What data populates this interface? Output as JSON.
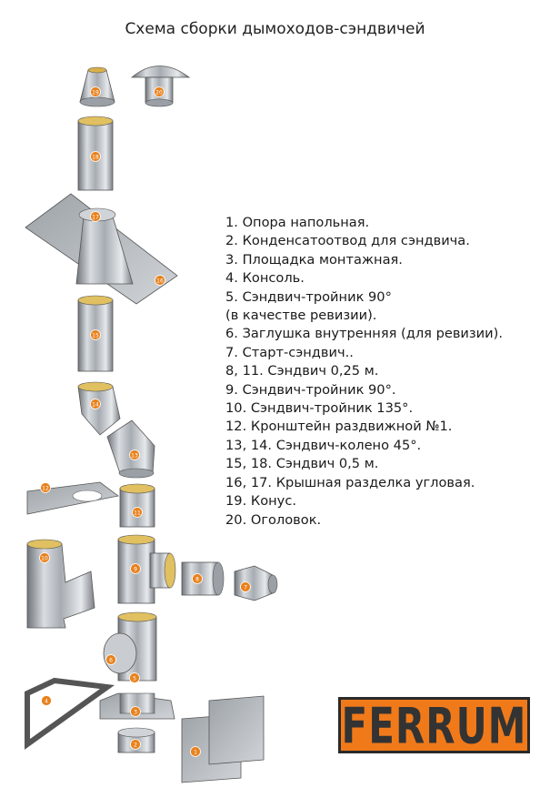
{
  "title": "Схема сборки дымоходов-сэндвичей",
  "legend": [
    "1. Опора напольная.",
    "2. Конденсатоотвод для сэндвича.",
    "3. Площадка монтажная.",
    "4. Консоль.",
    "5. Сэндвич-тройник 90°",
    "(в качестве ревизии).",
    "6. Заглушка внутренняя (для ревизии).",
    "7. Старт-сэндвич..",
    "8, 11. Сэндвич 0,25 м.",
    "9. Сэндвич-тройник 90°.",
    "10. Сэндвич-тройник 135°.",
    "12. Кронштейн раздвижной №1.",
    "13, 14. Сэндвич-колено 45°.",
    "15, 18. Сэндвич 0,5 м.",
    "16, 17. Крышная разделка угловая.",
    "19. Конус.",
    "20. Оголовок."
  ],
  "logo": "FERRUM",
  "badges": [
    "1",
    "2",
    "3",
    "4",
    "5",
    "6",
    "7",
    "8",
    "9",
    "10",
    "11",
    "12",
    "13",
    "14",
    "15",
    "16",
    "17",
    "18",
    "19",
    "20"
  ],
  "colors": {
    "badge": "#e8821e",
    "logo_bg": "#f07a1a",
    "metal": "#b7bcc2"
  }
}
